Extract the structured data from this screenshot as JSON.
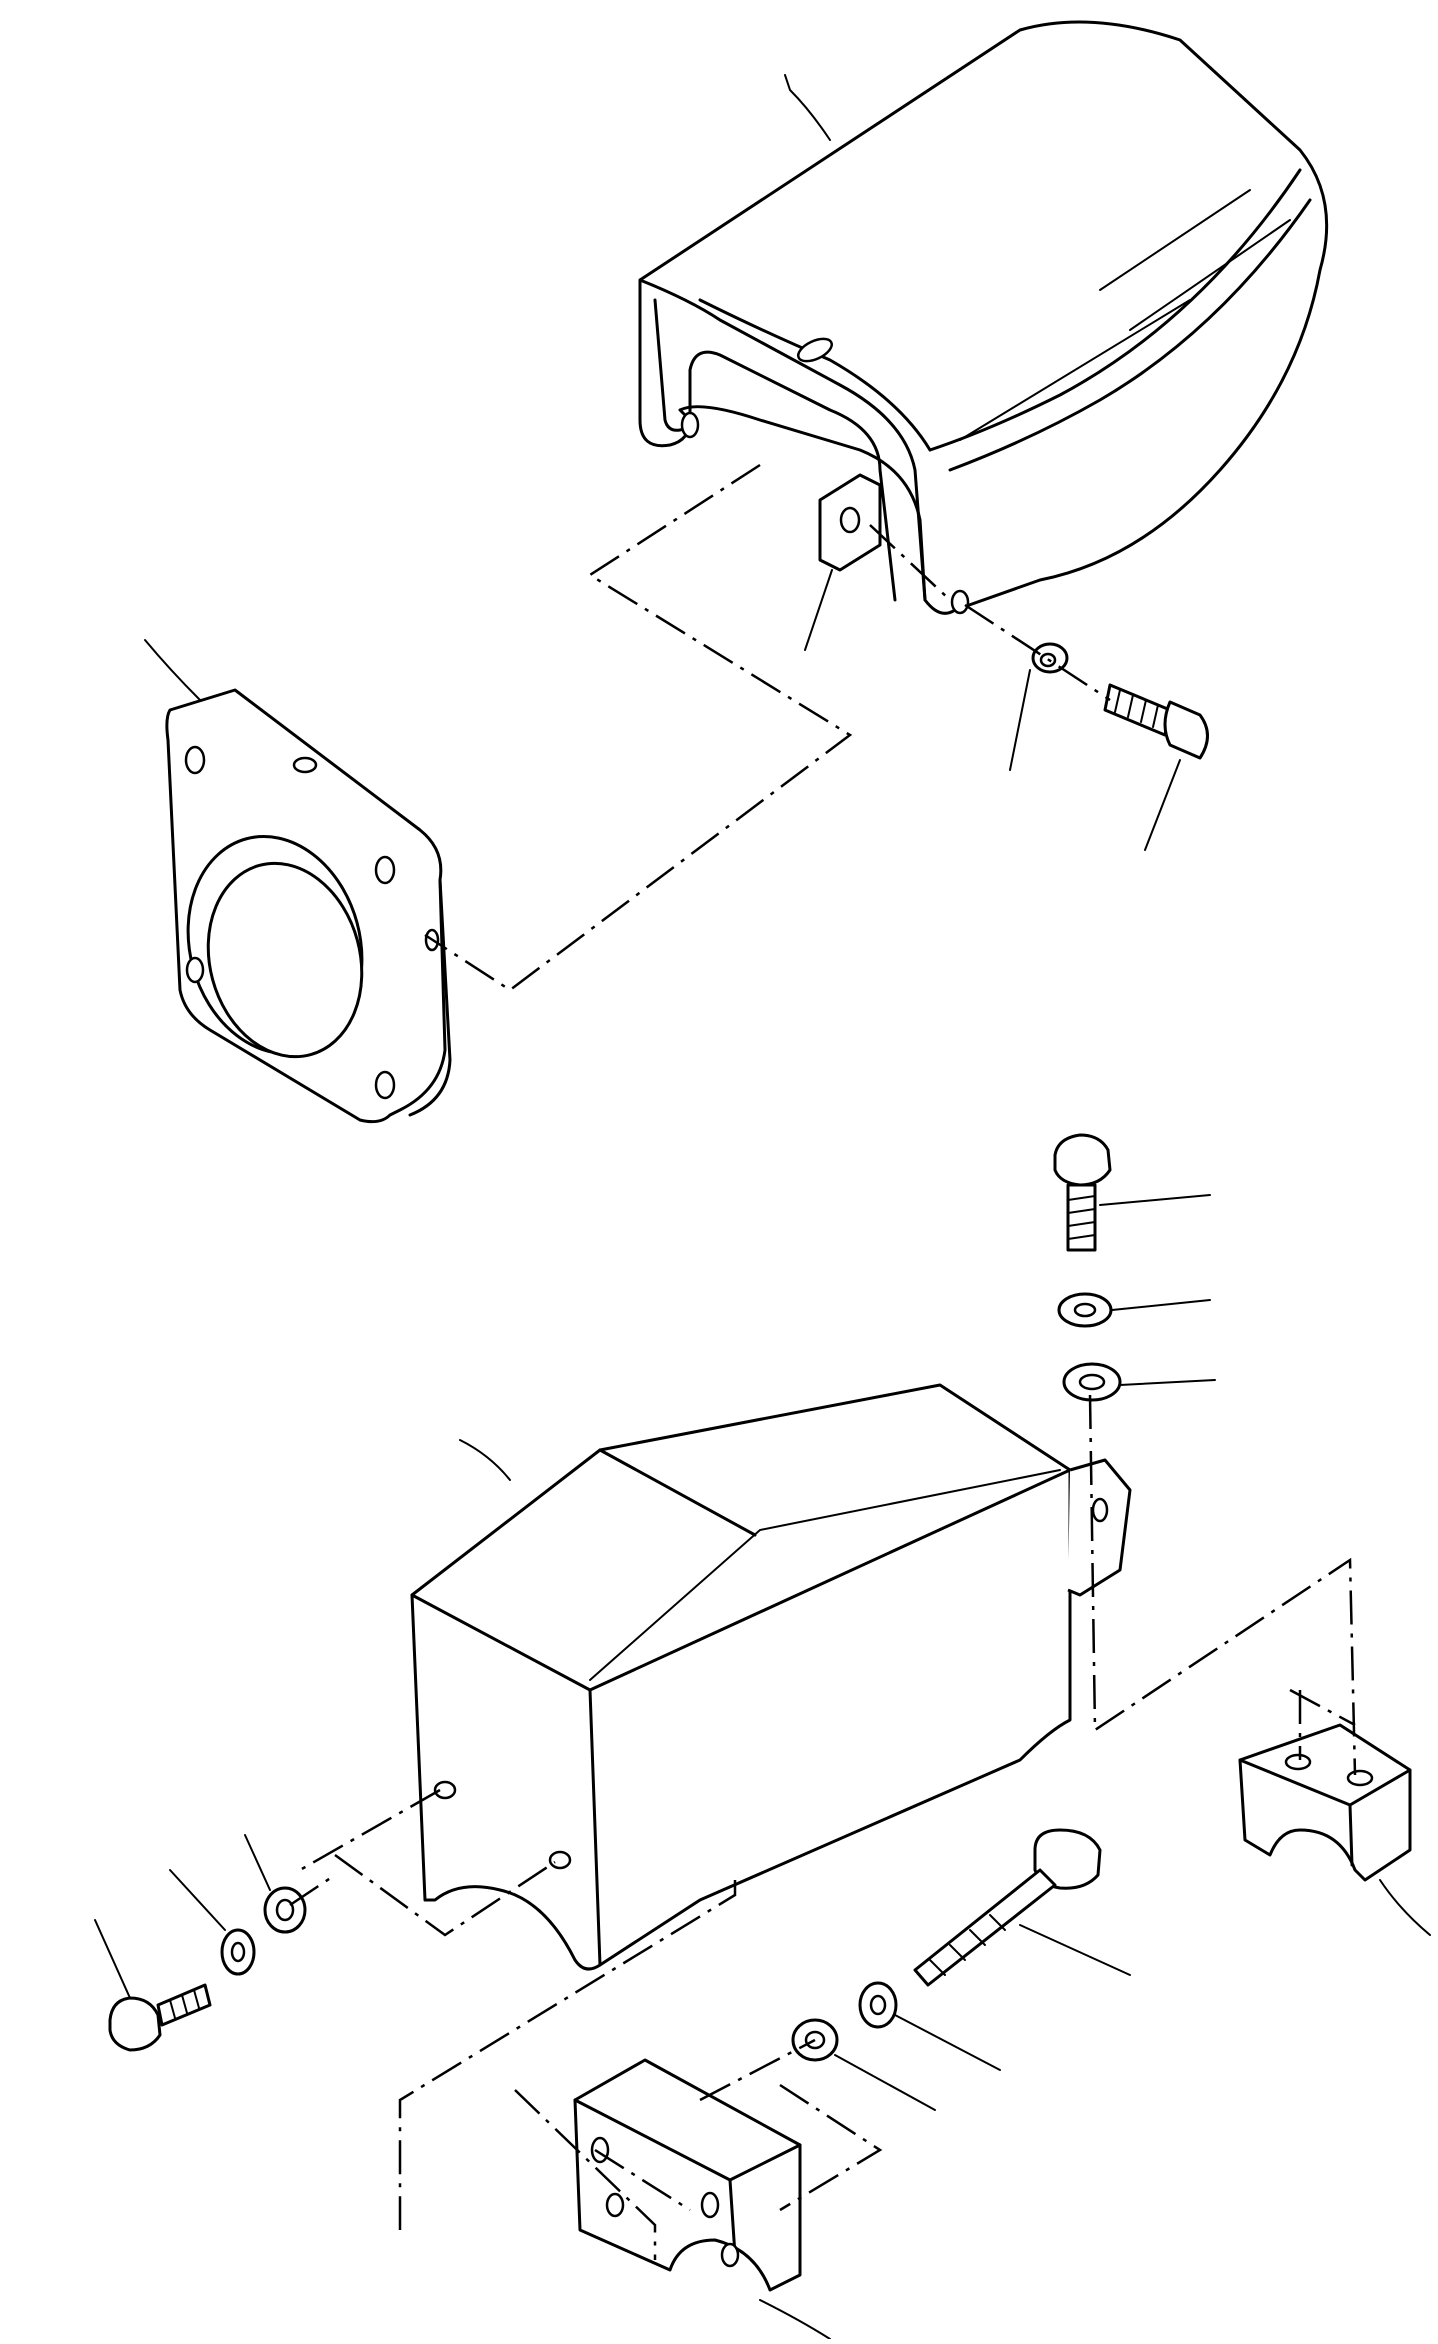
{
  "diagram": {
    "kind": "exploded-parts-view",
    "line_color": "#000000",
    "background_color": "#ffffff",
    "parts": [
      "upper-cover",
      "upper-bracket-plate",
      "bearing-flange-housing",
      "upper-washer",
      "upper-bolt",
      "lower-cover",
      "top-bolt",
      "top-lock-washer",
      "top-flat-washer",
      "right-clamp-block",
      "left-bolt",
      "left-lock-washer",
      "left-flat-washer",
      "long-bolt",
      "mid-lock-washer",
      "mid-flat-washer",
      "lower-clamp-block"
    ]
  }
}
